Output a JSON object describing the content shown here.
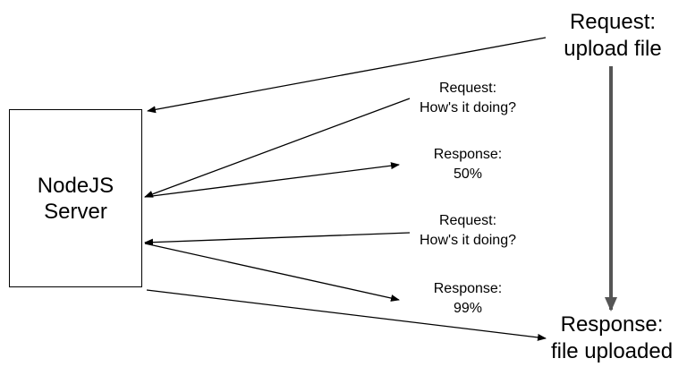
{
  "server": {
    "label": "NodeJS\nServer"
  },
  "nodes": {
    "request_upload": "Request:\nupload file",
    "response_uploaded": "Response:\nfile uploaded",
    "request_1": "Request:\nHow's it doing?",
    "response_1": "Response:\n50%",
    "request_2": "Request:\nHow's it doing?",
    "response_2": "Response:\n99%"
  }
}
